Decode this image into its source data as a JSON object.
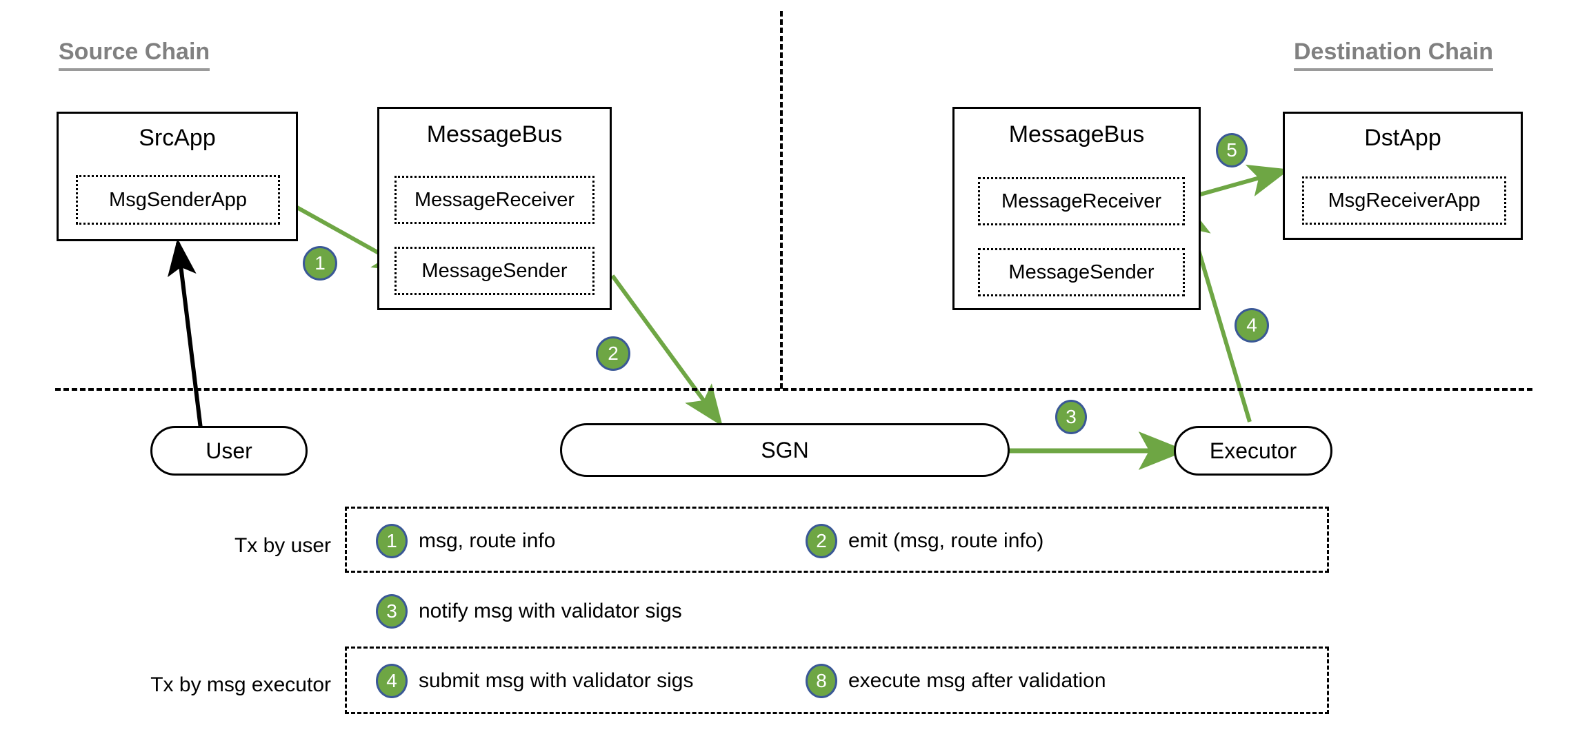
{
  "diagram": {
    "title_source": "Source Chain",
    "title_destination": "Destination Chain",
    "colors": {
      "badge_fill": "#6EA644",
      "badge_border": "#3A5896",
      "arrow_green": "#6EA644",
      "arrow_black": "#000000",
      "heading_gray": "#808080"
    }
  },
  "source_chain": {
    "src_app": {
      "title": "SrcApp",
      "inner": [
        "MsgSenderApp"
      ]
    },
    "message_bus": {
      "title": "MessageBus",
      "inner": [
        "MessageReceiver",
        "MessageSender"
      ]
    }
  },
  "destination_chain": {
    "message_bus": {
      "title": "MessageBus",
      "inner": [
        "MessageReceiver",
        "MessageSender"
      ]
    },
    "dst_app": {
      "title": "DstApp",
      "inner": [
        "MsgReceiverApp"
      ]
    }
  },
  "offchain": {
    "user": "User",
    "sgn": "SGN",
    "executor": "Executor"
  },
  "flow_badges": {
    "b1": "1",
    "b2": "2",
    "b3": "3",
    "b4": "4",
    "b5": "5"
  },
  "legend": {
    "row_label_1": "Tx by user",
    "row_label_2": "Tx by msg executor",
    "items": [
      {
        "num": "1",
        "text": "msg, route info"
      },
      {
        "num": "2",
        "text": "emit (msg, route info)"
      },
      {
        "num": "3",
        "text": "notify msg with validator sigs"
      },
      {
        "num": "4",
        "text": "submit msg with validator sigs"
      },
      {
        "num": "8",
        "text": "execute msg after validation"
      }
    ]
  }
}
